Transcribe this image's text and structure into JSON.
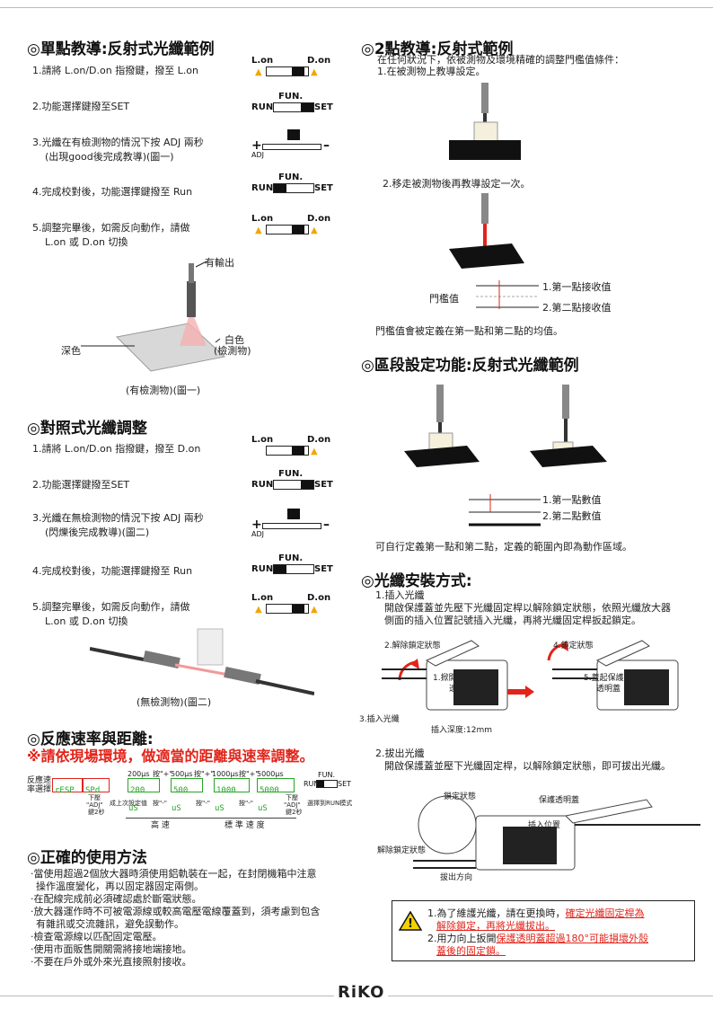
{
  "left": {
    "s1": {
      "title": "◎單點教導:反射式光纖範例",
      "steps": [
        "1.請將 L.on/D.on 指撥鍵，撥至 L.on",
        "2.功能選擇鍵撥至SET",
        "3.光纖在有檢測物的情況下按 ADJ 兩秒",
        "(出現good後完成教導)(圖一)",
        "4.完成校對後，功能選擇鍵撥至 Run",
        "5.調整完畢後，如需反向動作，請做",
        "L.on 或 D.on 切換"
      ],
      "fig_labels": [
        "有輸出",
        "白色",
        "(檢測物)",
        "深色",
        "(有檢測物)(圖一)"
      ]
    },
    "s2": {
      "title": "◎對照式光纖調整",
      "steps": [
        "1.請將 L.on/D.on 指撥鍵，撥至 D.on",
        "2.功能選擇鍵撥至SET",
        "3.光纖在無檢測物的情況下按 ADJ 兩秒",
        "(閃爍後完成教導)(圖二)",
        "4.完成校對後，功能選擇鍵撥至 Run",
        "5.調整完畢後，如需反向動作，請做",
        "L.on 或 D.on 切換"
      ],
      "fig_caption": "(無檢測物)(圖二)"
    },
    "s3": {
      "title": "◎反應速率與距離:",
      "warning": "※請依現場環境，做適當的距離與速率調整。",
      "row_label_1": "反應速",
      "row_label_2": "率選擇",
      "speeds": [
        "200μs",
        "按\"+\"",
        "500μs",
        "按\"+\"",
        "1000μs",
        "按\"+\"",
        "5000μs"
      ],
      "displays": [
        "rESP",
        "SPd",
        "200 uS",
        "500 uS",
        "1000 uS",
        "5000 uS"
      ],
      "under": [
        "下壓",
        "\"ADJ\"",
        "鍵2秒",
        "成上次設定值",
        "按\"-\"",
        "按\"-\"",
        "按\"-\"",
        "下壓",
        "\"ADJ\"",
        "鍵2秒",
        "選擇到RUN模式"
      ],
      "scale_high": "高   速",
      "scale_std": "標 準 速 度"
    },
    "s4": {
      "title": "◎正確的使用方法",
      "items": [
        "·當使用超過2個放大器時須使用鋁軌裝在一起，在封閉機箱中注意",
        "操作溫度變化，再以固定器固定兩側。",
        "·在配線完成前必須確認處於斷電狀態。",
        "·放大器運作時不可被電源線或較高電壓電線覆蓋到，須考慮到包含",
        "有雜訊或交流雜訊，避免誤動作。",
        "·檢查電源線以匹配固定電壓。",
        "·使用市面販售開關需將接地端接地。",
        "·不要在戶外或外來光直接照射接收。"
      ]
    },
    "switch_labels": {
      "lon": "L.on",
      "don": "D.on",
      "fun": "FUN.",
      "run": "RUN",
      "set": "SET",
      "adj": "ADJ",
      "plus": "+",
      "minus": "–"
    }
  },
  "right": {
    "s1": {
      "title": "◎2點教導:反射式範例",
      "intro1": "在任何狀況下，依被測物及環境精確的調整門檻值條件：",
      "intro2": "1.在被測物上教導設定。",
      "step2": "2.移走被測物後再教導設定一次。",
      "threshold": "門檻值",
      "pt1": "1.第一點接收值",
      "pt2": "2.第二點接收值",
      "summary": "門檻值會被定義在第一點和第二點的均值。"
    },
    "s2": {
      "title": "◎區段設定功能:反射式光纖範例",
      "pt1": "1.第一點數值",
      "pt2": "2.第二點數值",
      "summary": "可自行定義第一點和第二點，定義的範圍內即為動作區域。"
    },
    "s3": {
      "title": "◎光纖安裝方式:",
      "a_title": "1.插入光纖",
      "a_text1": "開啟保護蓋並先壓下光纖固定桿以解除鎖定狀態，依照光纖放大器",
      "a_text2": "側面的插入位置記號插入光纖，再將光纖固定桿扳起鎖定。",
      "fig_labels": [
        "2.解除鎖定狀態",
        "4.鎖定狀態",
        "1.掀開保護",
        "透明蓋",
        "5.蓋起保護",
        "透明蓋",
        "3.插入光纖",
        "插入深度:12mm"
      ],
      "b_title": "2.拔出光纖",
      "b_text": "開啟保護蓋並壓下光纖固定桿，以解除鎖定狀態，即可拔出光纖。",
      "fig2_labels": [
        "鎖定狀態",
        "保護透明蓋",
        "插入位置",
        "解除鎖定狀態",
        "拔出方向"
      ],
      "note1a": "1.為了維護光纖，請在更換時，",
      "note1b": "確定光纖固定桿為",
      "note1c": "解除鎖定，再將光纖拔出。",
      "note2a": "2.用力向上扳開",
      "note2b": "保護透明蓋超過180°可能損壞外殼",
      "note2c": "蓋後的固定鎖。"
    }
  },
  "brand": "RiKO",
  "colors": {
    "accent_red": "#e2241a",
    "arrow_orange": "#f2a600",
    "display_green": "#26a526"
  }
}
